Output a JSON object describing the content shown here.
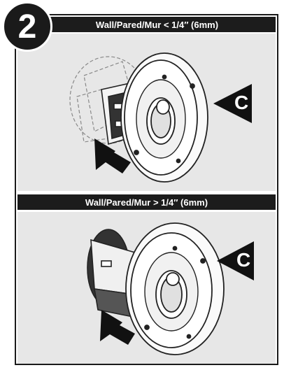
{
  "step": {
    "number": "2"
  },
  "panels": [
    {
      "title": "Wall/Pared/Mur < 1/4″ (6mm)",
      "callout": "C"
    },
    {
      "title": "Wall/Pared/Mur > 1/4″ (6mm)",
      "callout": "C"
    }
  ]
}
